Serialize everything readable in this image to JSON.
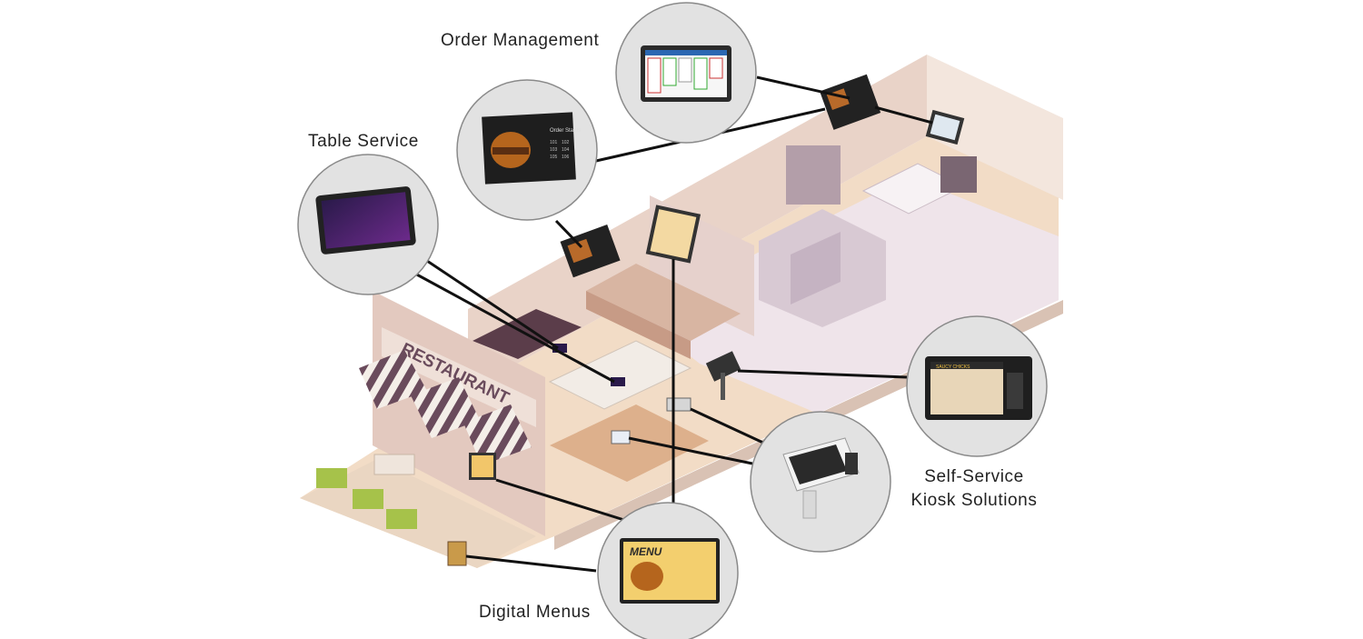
{
  "labels": {
    "order_management": "Order Management",
    "table_service": "Table Service",
    "self_service_line1": "Self-Service",
    "self_service_line2": "Kiosk Solutions",
    "digital_menus": "Digital Menus"
  },
  "screen_text": {
    "storefront_sign": "RESTAURANT",
    "order_status_title": "Order Status",
    "order_numbers": [
      "101",
      "102",
      "103",
      "104",
      "105",
      "106"
    ],
    "menu_poster_title": "MENU",
    "kiosk_screen_title": "SAUCY CHICKS"
  },
  "colors": {
    "floor": "#f2dcc6",
    "wall": "#e9d3c8",
    "awning_stripe": "#6a4b5c",
    "kitchen_floor": "#efe4ea",
    "connector_line": "#111111",
    "bubble_fill": "#e2e2e2",
    "bubble_stroke": "#8a8a8a"
  }
}
